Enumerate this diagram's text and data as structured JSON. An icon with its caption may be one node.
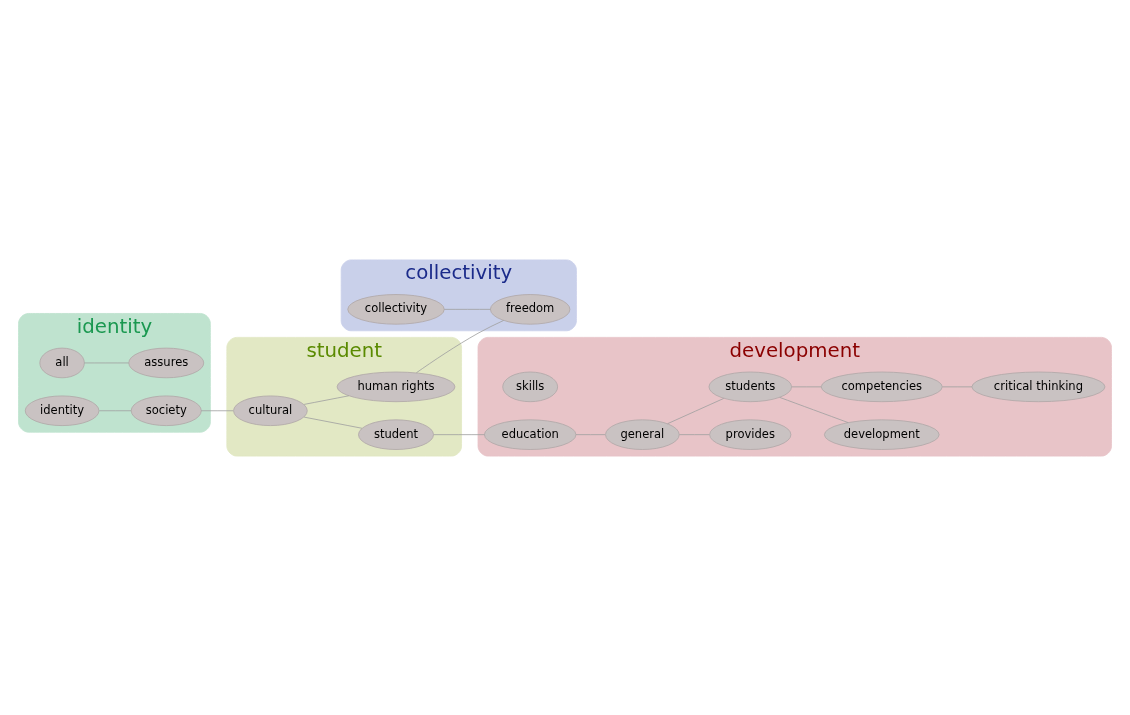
{
  "diagram": {
    "nodes": [
      {
        "text": [
          "development"
        ]
      },
      {
        "text": [
          "skills"
        ],
        "in": 0
      },
      {
        "text": [
          "development"
        ],
        "in": 0
      },
      {
        "text": [
          "identity"
        ]
      },
      {
        "text": [
          "all"
        ],
        "in": 3
      },
      {
        "text": [
          "identity"
        ],
        "in": 3
      },
      {
        "text": [
          "assures"
        ],
        "in": 3
      },
      {
        "text": [
          "provides"
        ],
        "in": 0
      },
      {
        "text": [
          "students"
        ],
        "in": 0
      },
      {
        "text": [
          "society"
        ],
        "in": 3
      },
      {
        "text": [
          "general"
        ],
        "in": 0
      },
      {
        "text": [
          "student"
        ]
      },
      {
        "text": [
          "cultural"
        ],
        "in": 11
      },
      {
        "text": [
          "education"
        ],
        "in": 0
      },
      {
        "text": [
          "competencies"
        ],
        "in": 0
      },
      {
        "text": [
          "collectivity"
        ]
      },
      {
        "text": [
          "collectivity"
        ],
        "in": 15
      },
      {
        "text": [
          "human rights"
        ],
        "in": 11
      },
      {
        "text": [
          "critical thinking"
        ],
        "in": 0
      },
      {
        "text": [
          "freedom"
        ],
        "in": 15
      },
      {
        "text": [
          "student"
        ],
        "in": 11
      }
    ],
    "edges": [
      {
        "from": 4,
        "to": 6,
        "arrow": "none"
      },
      {
        "from": 5,
        "to": 9,
        "arrow": "none"
      },
      {
        "from": 9,
        "to": 12,
        "arrow": "none"
      },
      {
        "from": 12,
        "to": 17,
        "arrow": "none"
      },
      {
        "from": 12,
        "to": 20,
        "arrow": "none"
      },
      {
        "from": 17,
        "to": 19,
        "arrow": "none"
      },
      {
        "from": 16,
        "to": 19,
        "arrow": "none"
      },
      {
        "from": 20,
        "to": 13,
        "arrow": "none"
      },
      {
        "from": 13,
        "to": 10,
        "arrow": "none"
      },
      {
        "from": 10,
        "to": 7,
        "arrow": "none"
      },
      {
        "from": 10,
        "to": 8,
        "arrow": "none"
      },
      {
        "from": 8,
        "to": 2,
        "arrow": "none"
      },
      {
        "from": 8,
        "to": 14,
        "arrow": "none"
      },
      {
        "from": 14,
        "to": 18,
        "arrow": "none"
      }
    ]
  }
}
